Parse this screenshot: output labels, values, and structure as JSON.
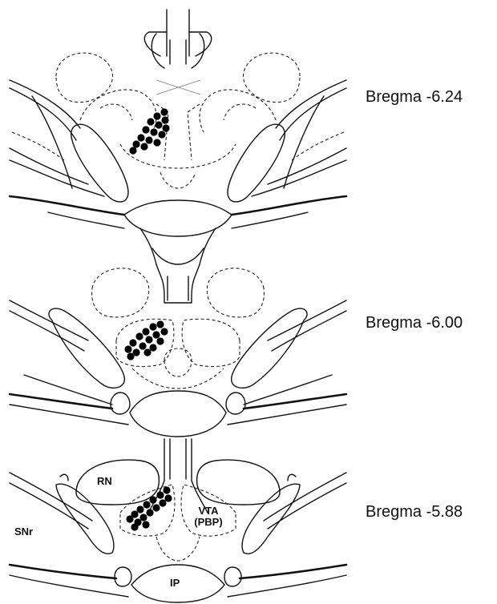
{
  "sections": [
    {
      "id": "s1",
      "bregma_label": "Bregma -6.24"
    },
    {
      "id": "s2",
      "bregma_label": "Bregma -6.00"
    },
    {
      "id": "s3",
      "bregma_label": "Bregma -5.88"
    }
  ],
  "regions": {
    "rn": "RN",
    "vta": "VTA",
    "pbp": "(PBP)",
    "snr": "SNr",
    "ip": "IP"
  },
  "colors": {
    "line": "#111111",
    "dot": "#000000",
    "background": "#ffffff"
  }
}
